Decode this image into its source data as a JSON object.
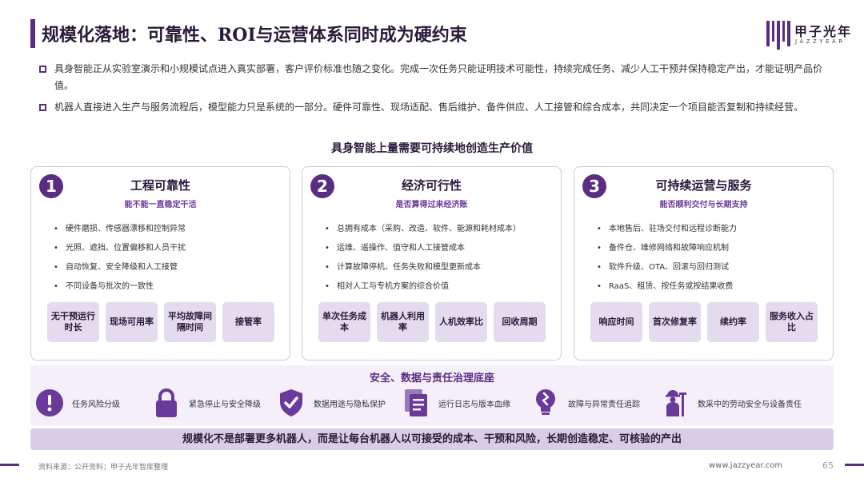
{
  "header": {
    "title": "规模化落地：可靠性、ROI与运营体系同时成为硬约束",
    "logo_cn": "甲子光年",
    "logo_en": "JAZZYEAR"
  },
  "bullets": [
    "具身智能正从实验室演示和小规模试点进入真实部署，客户评价标准也随之变化。完成一次任务只能证明技术可能性，持续完成任务、减少人工干预并保持稳定产出，才能证明产品价值。",
    "机器人直接进入生产与服务流程后，模型能力只是系统的一部分。硬件可靠性、现场适配、售后维护、备件供应、人工接管和综合成本，共同决定一个项目能否复制和持续经营。"
  ],
  "section_title": "具身智能上量需要可持续地创造生产价值",
  "cards": [
    {
      "num": "1",
      "title": "工程可靠性",
      "subtitle": "能不能一直稳定干活",
      "items": [
        "硬件磨损、传感器漂移和控制异常",
        "光照、遮挡、位置偏移和人员干扰",
        "自动恢复、安全降级和人工接管",
        "不同设备与批次的一致性"
      ],
      "metrics": [
        "无干预运行时长",
        "现场可用率",
        "平均故障间隔时间",
        "接管率"
      ]
    },
    {
      "num": "2",
      "title": "经济可行性",
      "subtitle": "是否算得过来经济账",
      "items": [
        "总拥有成本（采购、改造、软件、能源和耗材成本）",
        "运维、遥操作、值守和人工接管成本",
        "计算故障停机、任务失败和模型更新成本",
        "相对人工与专机方案的综合价值"
      ],
      "metrics": [
        "单次任务成本",
        "机器人利用率",
        "人机效率比",
        "回收周期"
      ]
    },
    {
      "num": "3",
      "title": "可持续运营与服务",
      "subtitle": "能否顺利交付与长期支持",
      "items": [
        "本地售后、驻场交付和远程诊断能力",
        "备件仓、维修网络和故障响应机制",
        "软件升级、OTA、回滚与回归测试",
        "RaaS、租赁、按任务或按结果收费"
      ],
      "metrics": [
        "响应时间",
        "首次修复率",
        "续约率",
        "服务收入占比"
      ]
    }
  ],
  "governance": {
    "title": "安全、数据与责任治理底座",
    "items": [
      {
        "icon": "shield-warning-icon",
        "label": "任务风险分级"
      },
      {
        "icon": "lock-icon",
        "label": "紧急停止与安全降级"
      },
      {
        "icon": "shield-check-icon",
        "label": "数据用途与隐私保护"
      },
      {
        "icon": "document-log-icon",
        "label": "运行日志与版本血缘"
      },
      {
        "icon": "lightbulb-trace-icon",
        "label": "故障与异常责任追踪"
      },
      {
        "icon": "worker-safety-icon",
        "label": "数采中的劳动安全与设备责任"
      }
    ]
  },
  "conclusion": "规模化不是部署更多机器人，而是让每台机器人以可接受的成本、干预和风险，长期创造稳定、可核验的产出",
  "footer": {
    "source": "资料来源：公开资料；甲子光年智库整理",
    "site": "www.jazzyear.com",
    "page": "65"
  },
  "colors": {
    "accent": "#5a2d82",
    "accent_light": "#e4dcee",
    "band": "#f4eff8",
    "conclusion_bg": "#d9cce6"
  }
}
